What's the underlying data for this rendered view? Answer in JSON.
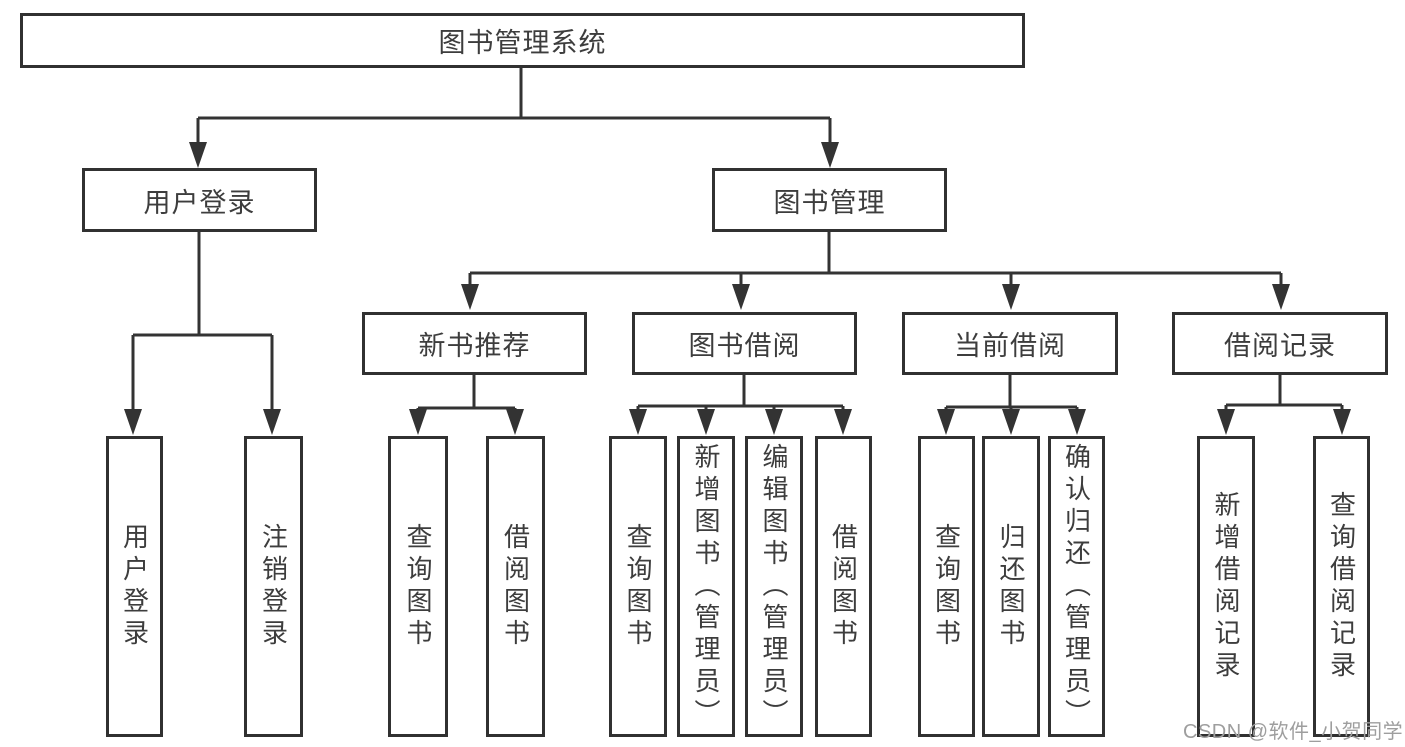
{
  "diagram_title": "图书管理系统",
  "tree": {
    "root": {
      "label": "图书管理系统"
    },
    "branches": [
      {
        "label": "用户登录",
        "children": [
          {
            "label": "用户登录"
          },
          {
            "label": "注销登录"
          }
        ]
      },
      {
        "label": "图书管理",
        "children": [
          {
            "label": "新书推荐",
            "children": [
              {
                "label": "查询图书"
              },
              {
                "label": "借阅图书"
              }
            ]
          },
          {
            "label": "图书借阅",
            "children": [
              {
                "label": "查询图书"
              },
              {
                "label": "新增图书（管理员）"
              },
              {
                "label": "编辑图书（管理员）"
              },
              {
                "label": "借阅图书"
              }
            ]
          },
          {
            "label": "当前借阅",
            "children": [
              {
                "label": "查询图书"
              },
              {
                "label": "归还图书"
              },
              {
                "label": "确认归还（管理员）"
              }
            ]
          },
          {
            "label": "借阅记录",
            "children": [
              {
                "label": "新增借阅记录"
              },
              {
                "label": "查询借阅记录"
              }
            ]
          }
        ]
      }
    ]
  },
  "watermark": {
    "text": "CSDN @软件_小贺同学"
  },
  "colors": {
    "background": "#ffffff",
    "box_fill": "#ffffff",
    "box_border": "#313131",
    "line": "#333333",
    "text": "#3d3d3d",
    "watermark": "#9e9e9e"
  }
}
